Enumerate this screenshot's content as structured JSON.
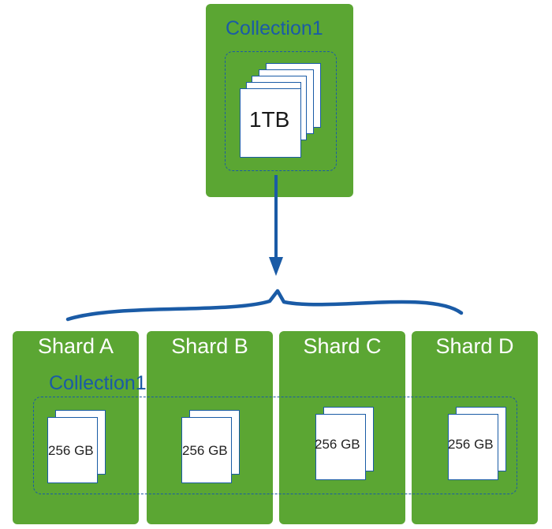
{
  "top": {
    "title": "Collection1",
    "size": "1TB"
  },
  "bottom": {
    "collection_label": "Collection1",
    "shards": [
      {
        "name": "Shard A",
        "size": "256 GB"
      },
      {
        "name": "Shard B",
        "size": "256 GB"
      },
      {
        "name": "Shard C",
        "size": "256 GB"
      },
      {
        "name": "Shard D",
        "size": "256 GB"
      }
    ]
  },
  "colors": {
    "green": "#5ba633",
    "blue": "#1a5ba6"
  }
}
